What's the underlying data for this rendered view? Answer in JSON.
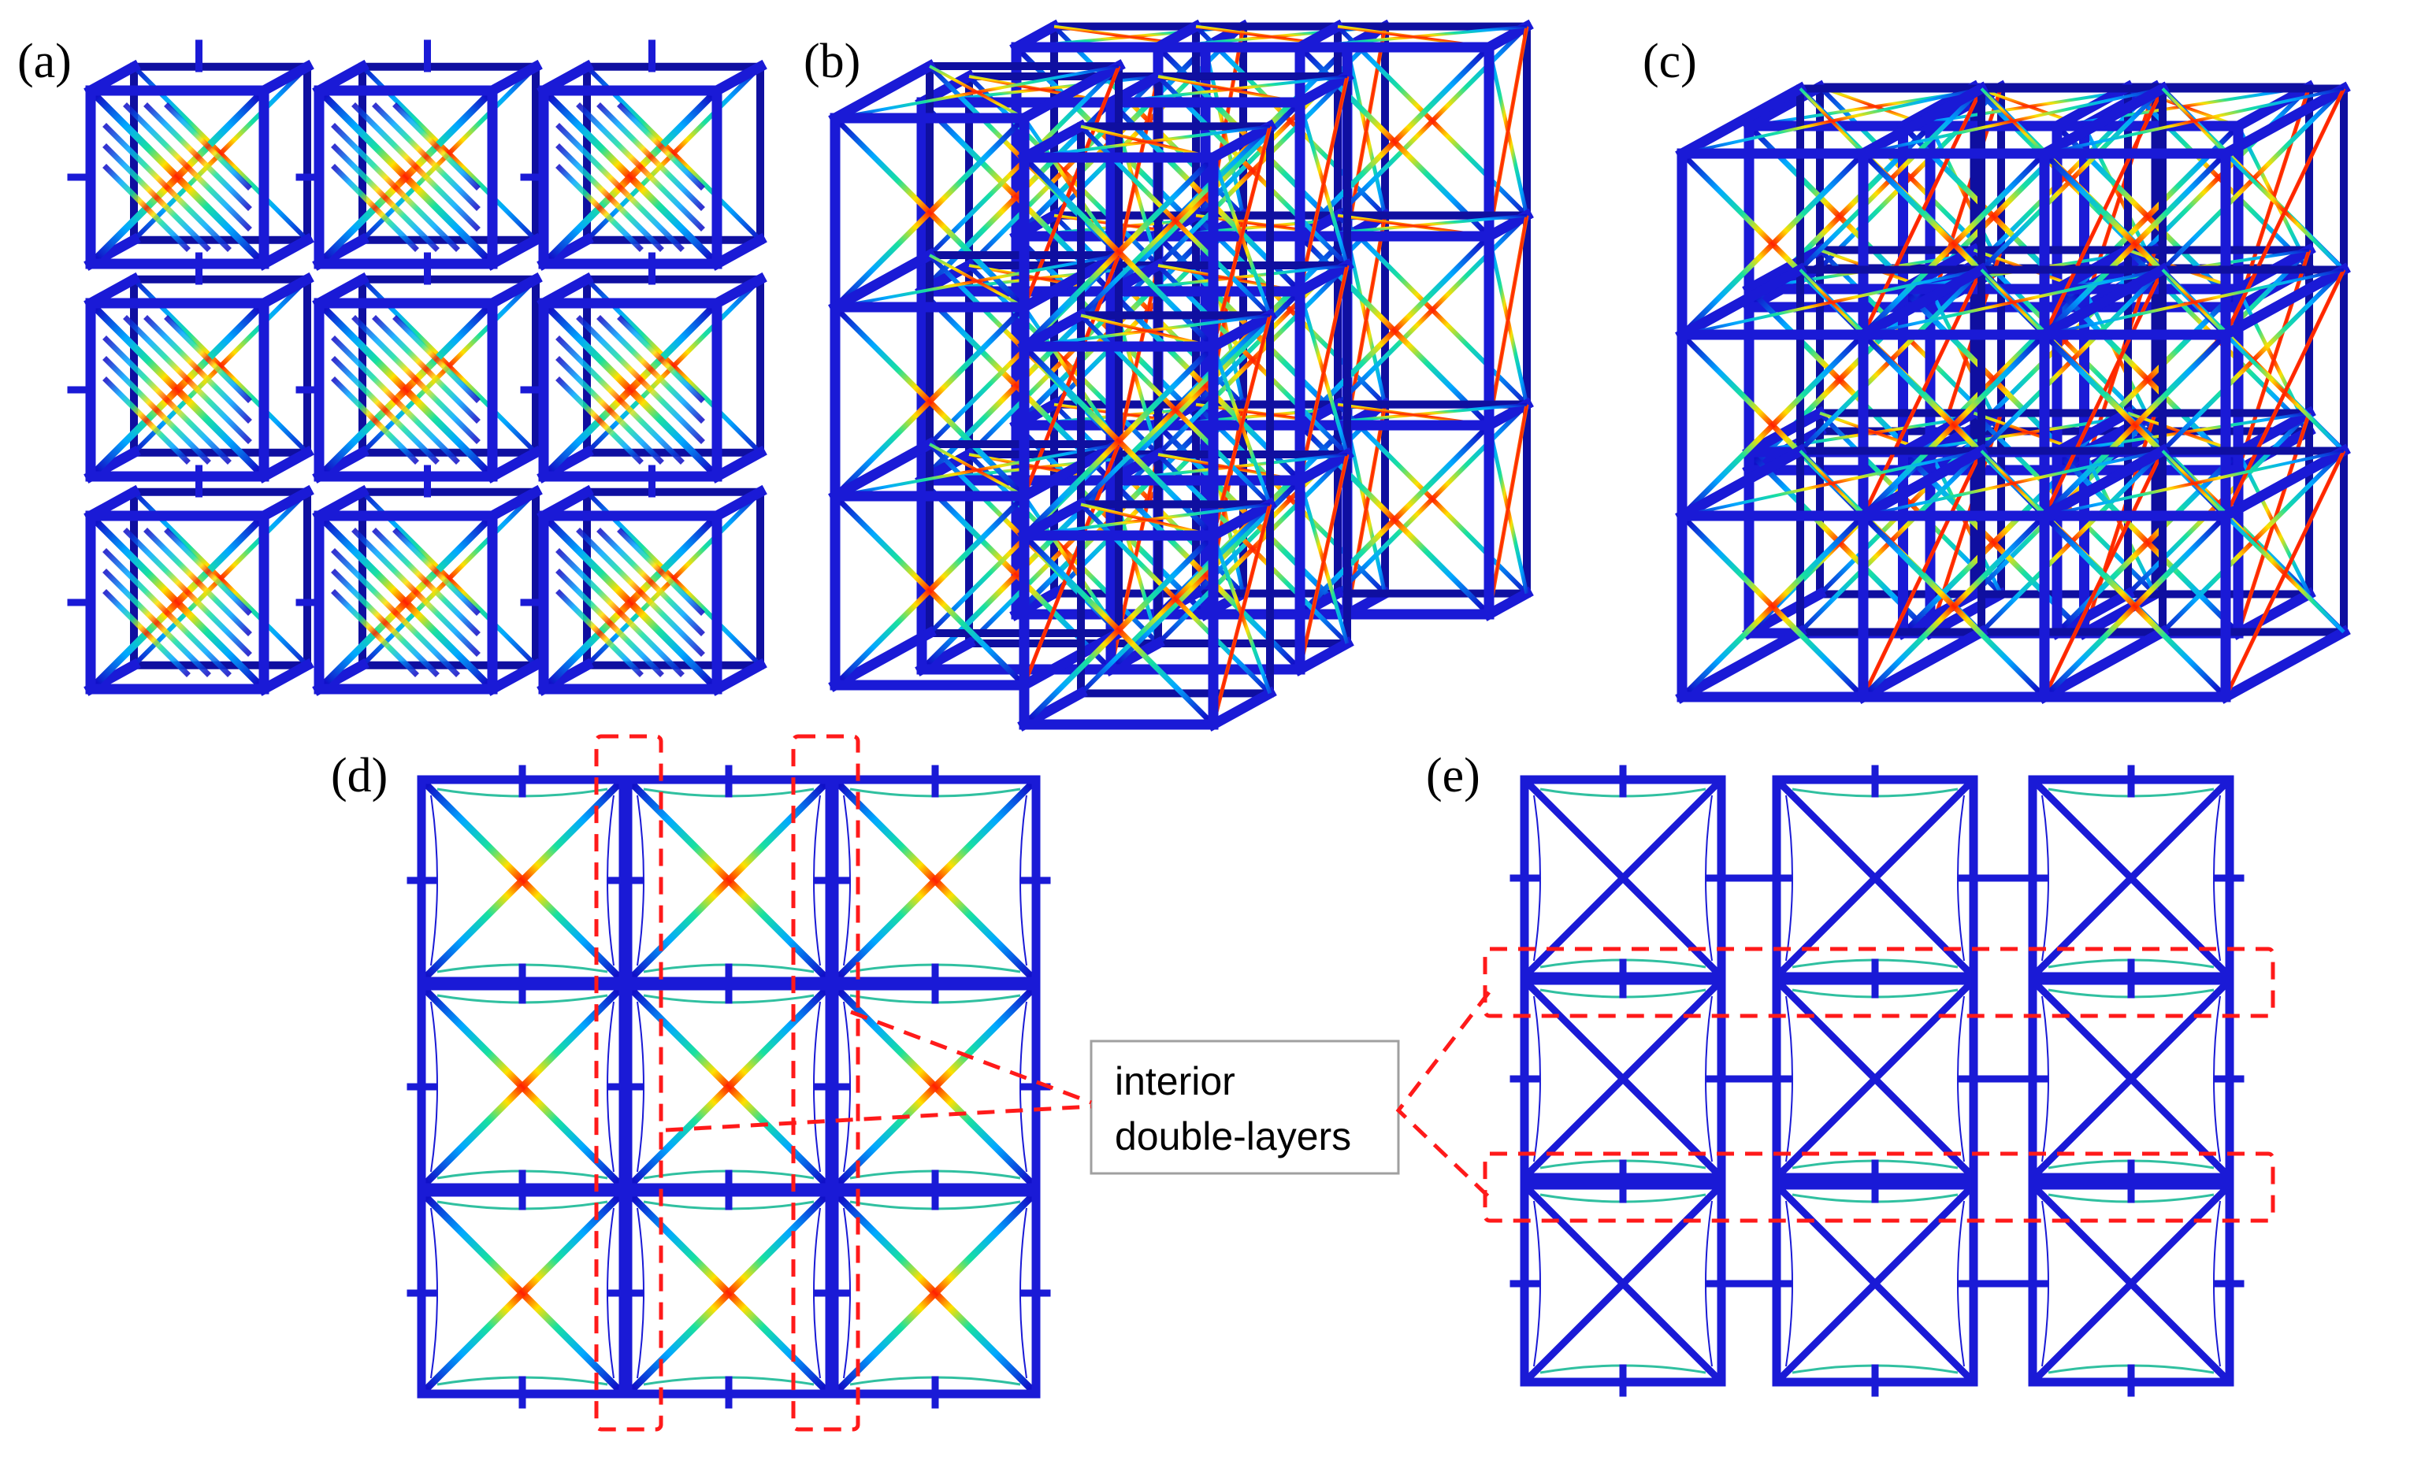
{
  "figure": {
    "panels": [
      {
        "id": "a",
        "label": "(a)"
      },
      {
        "id": "b",
        "label": "(b)"
      },
      {
        "id": "c",
        "label": "(c)"
      },
      {
        "id": "d",
        "label": "(d)"
      },
      {
        "id": "e",
        "label": "(e)"
      }
    ],
    "callout": {
      "line1": "interior",
      "line2": "double-layers"
    },
    "colors": {
      "frame": "#1a1ad6",
      "frame_dark": "#0f0fa0",
      "highlight": "#ff1a1a",
      "gradient": [
        "#1010c8",
        "#00a8ff",
        "#18e0a0",
        "#60ff20",
        "#ffe000",
        "#ff2000"
      ],
      "callout_border": "#a0a0a0"
    }
  }
}
